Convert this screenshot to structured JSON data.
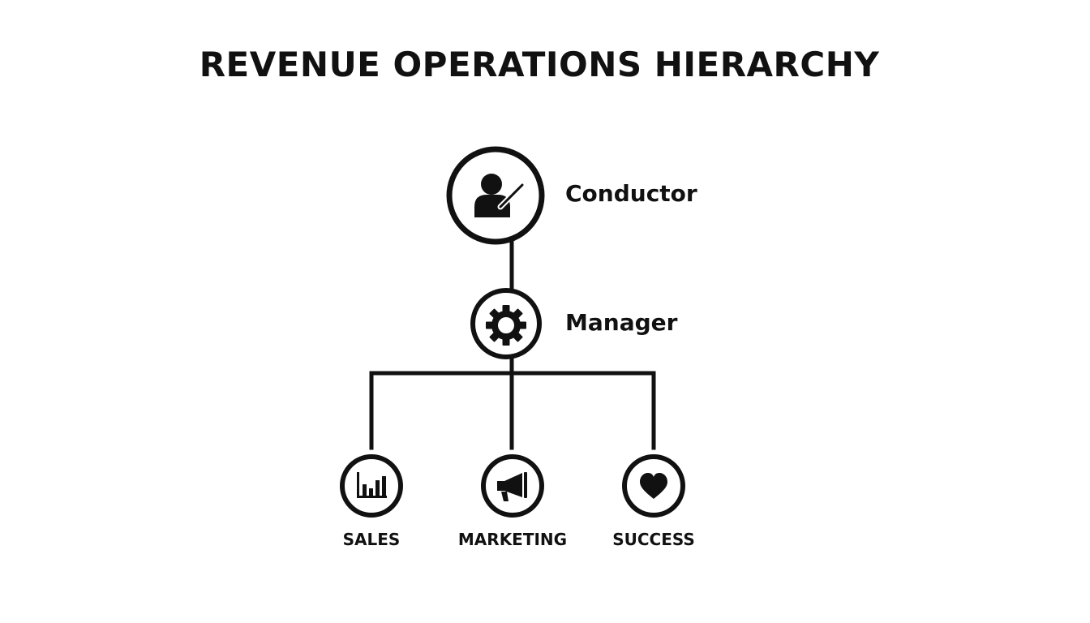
{
  "title": "REVENUE OPERATIONS HIERARCHY",
  "nodes": {
    "conductor": {
      "label": "Conductor",
      "icon": "conductor-person-icon"
    },
    "manager": {
      "label": "Manager",
      "icon": "gear-icon"
    },
    "departments": [
      {
        "label": "SALES",
        "icon": "bar-chart-icon"
      },
      {
        "label": "MARKETING",
        "icon": "megaphone-icon"
      },
      {
        "label": "SUCCESS",
        "icon": "heart-icon"
      }
    ]
  },
  "colors": {
    "stroke": "#111111",
    "background": "#ffffff"
  }
}
